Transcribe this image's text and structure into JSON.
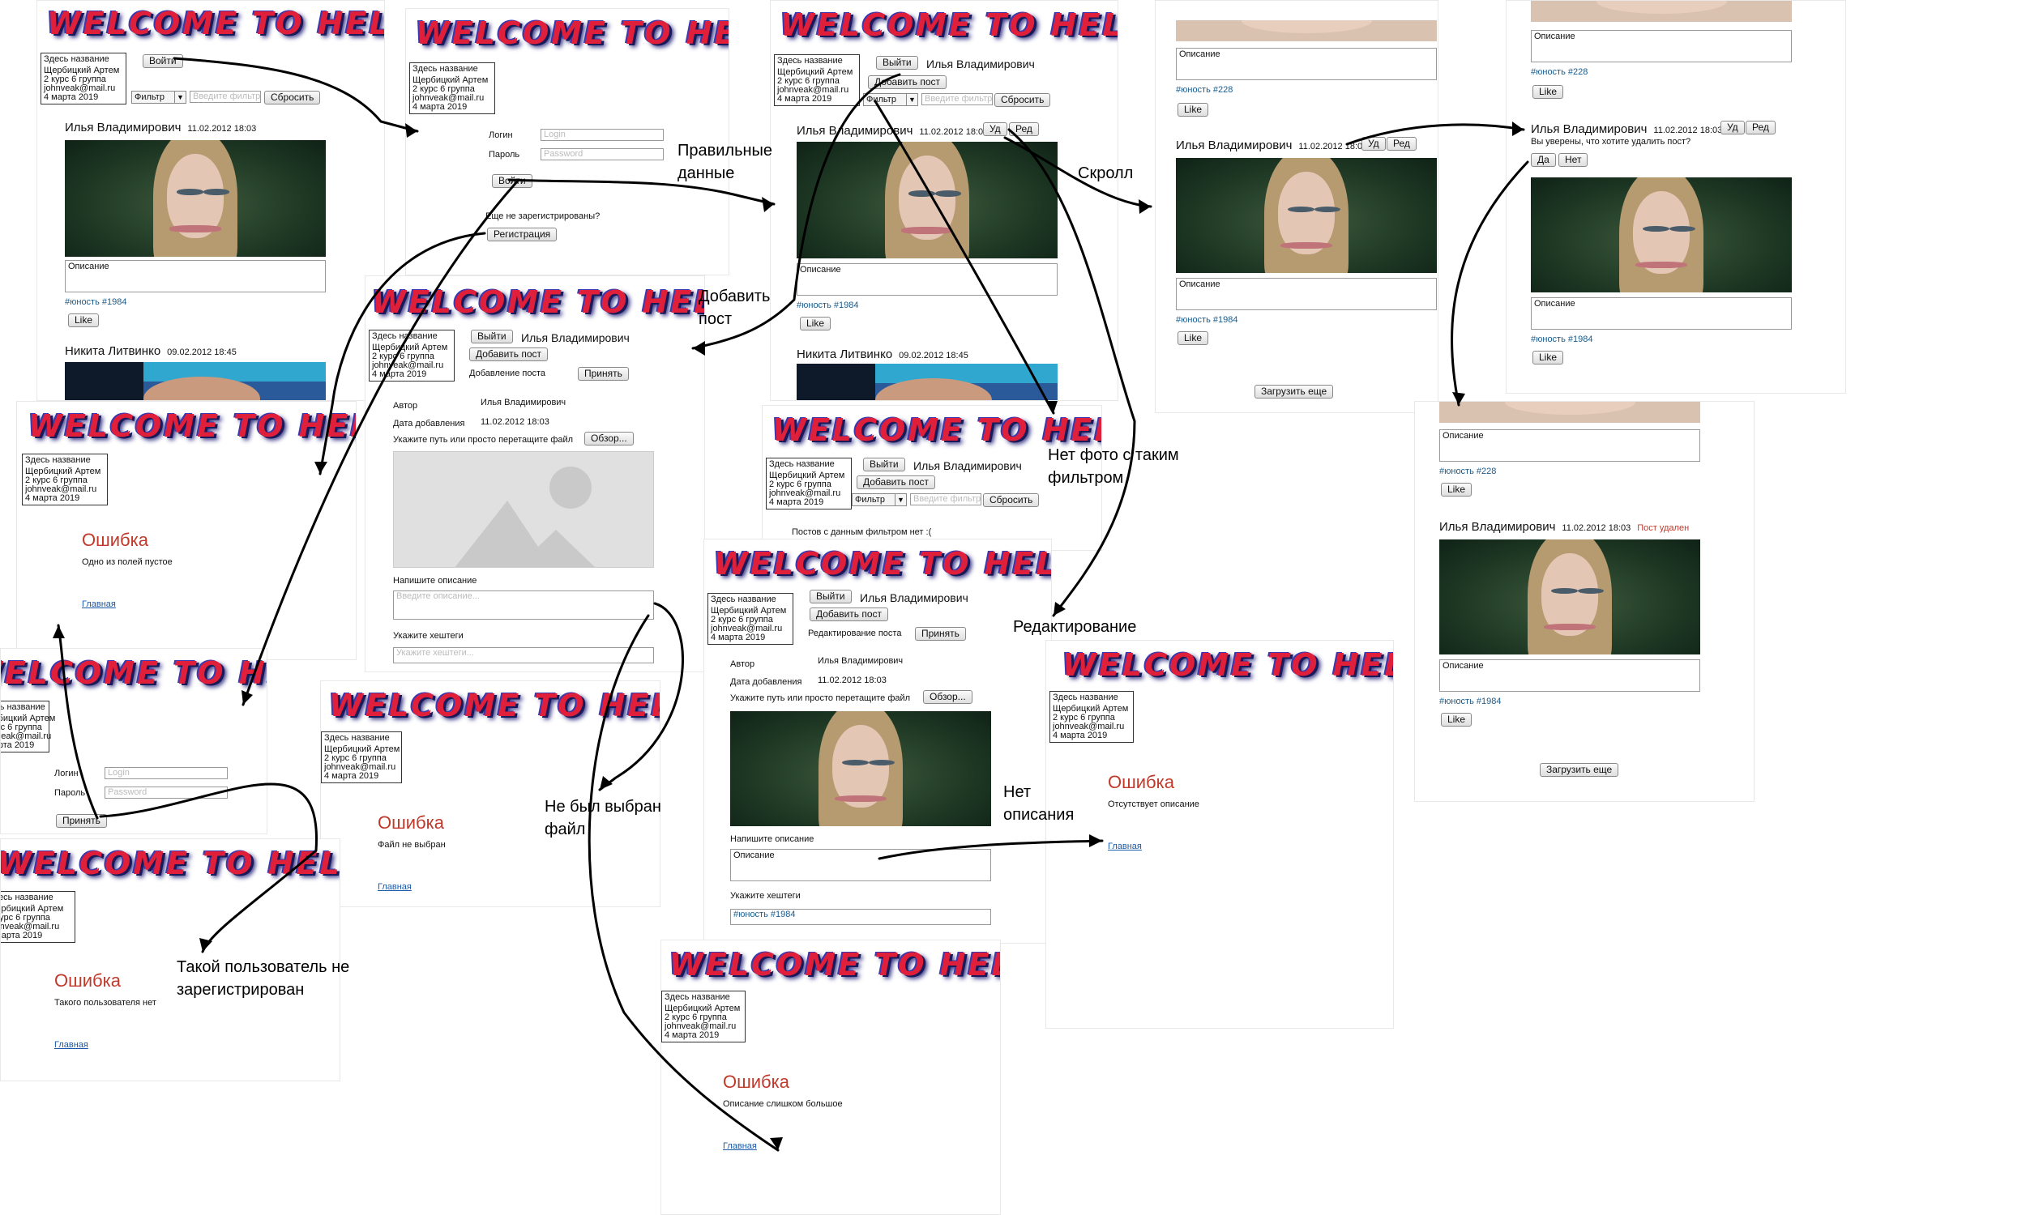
{
  "logo": "WELCOME TO HELL",
  "info": {
    "title": "Здесь название",
    "name": "Щербицкий Артем",
    "course": "2 курс 6 группа",
    "email": "johnveak@mail.ru",
    "date": "4 марта 2019"
  },
  "buttons": {
    "login": "Войти",
    "logout": "Выйти",
    "reset": "Сбросить",
    "filter": "Фильтр",
    "add_post": "Добавить пост",
    "accept": "Принять",
    "register": "Регистрация",
    "browse": "Обзор...",
    "like": "Like",
    "del": "Уд",
    "edit": "Ред",
    "yes": "Да",
    "no": "Нет",
    "load_more": "Загрузить еще"
  },
  "placeholders": {
    "filter": "Введите фильтр",
    "login": "Login",
    "password": "Password",
    "description": "Введите описание...",
    "hashtags": "Укажите хештеги..."
  },
  "form": {
    "login_label": "Логин",
    "password_label": "Пароль",
    "not_registered": "Еще не зарегистрированы?",
    "add_title": "Добавление поста",
    "edit_title": "Редактирование поста",
    "author_label": "Автор",
    "date_label": "Дата добавления",
    "path_label": "Укажите путь или просто перетащите файл",
    "desc_label": "Напишите описание",
    "tags_label": "Укажите хештеги"
  },
  "posts": {
    "author1": "Илья Владимирович",
    "date1": "11.02.2012 18:03",
    "author2": "Никита Литвинко",
    "date2": "09.02.2012 18:45",
    "description": "Описание",
    "tags1": "#юность #1984",
    "tags2": "#юность #228",
    "edit_tags": "#юность #1984",
    "no_posts": "Постов с данным фильтром нет :(",
    "confirm": "Вы уверены, что хотите удалить пост?",
    "deleted": "Пост удален"
  },
  "errors": {
    "title": "Ошибка",
    "empty_field": "Одно из полей пустое",
    "no_file": "Файл не выбран",
    "no_user": "Такого пользователя нет",
    "no_desc": "Отсутствует описание",
    "desc_long": "Описание слишком большое",
    "home": "Главная"
  },
  "labels": {
    "correct": "Правильные данные",
    "scroll": "Скролл",
    "add_post": "Добавить пост",
    "no_photo": "Нет фото с таким фильтром",
    "editing": "Редактирование",
    "no_file": "Не был выбран файл",
    "no_desc": "Нет описания",
    "no_user": "Такой пользователь не зарегистрирован"
  }
}
